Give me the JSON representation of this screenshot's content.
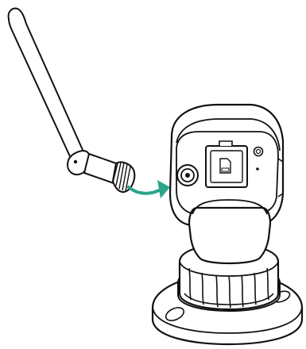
{
  "diagram": {
    "stroke_color": "#111111",
    "fill_color": "#ffffff",
    "accent_color": "#2aa58a",
    "parts": [
      {
        "id": "antenna",
        "icon": "antenna-icon"
      },
      {
        "id": "arrow",
        "icon": "arrow-right-icon"
      },
      {
        "id": "camera",
        "icon": "camera-icon"
      },
      {
        "id": "sd-card-slot",
        "icon": "sd-card-icon"
      },
      {
        "id": "reset-button",
        "icon": "reset-icon"
      },
      {
        "id": "antenna-port",
        "icon": "connector-port-icon"
      },
      {
        "id": "mount",
        "icon": "mount-base-icon"
      }
    ]
  }
}
